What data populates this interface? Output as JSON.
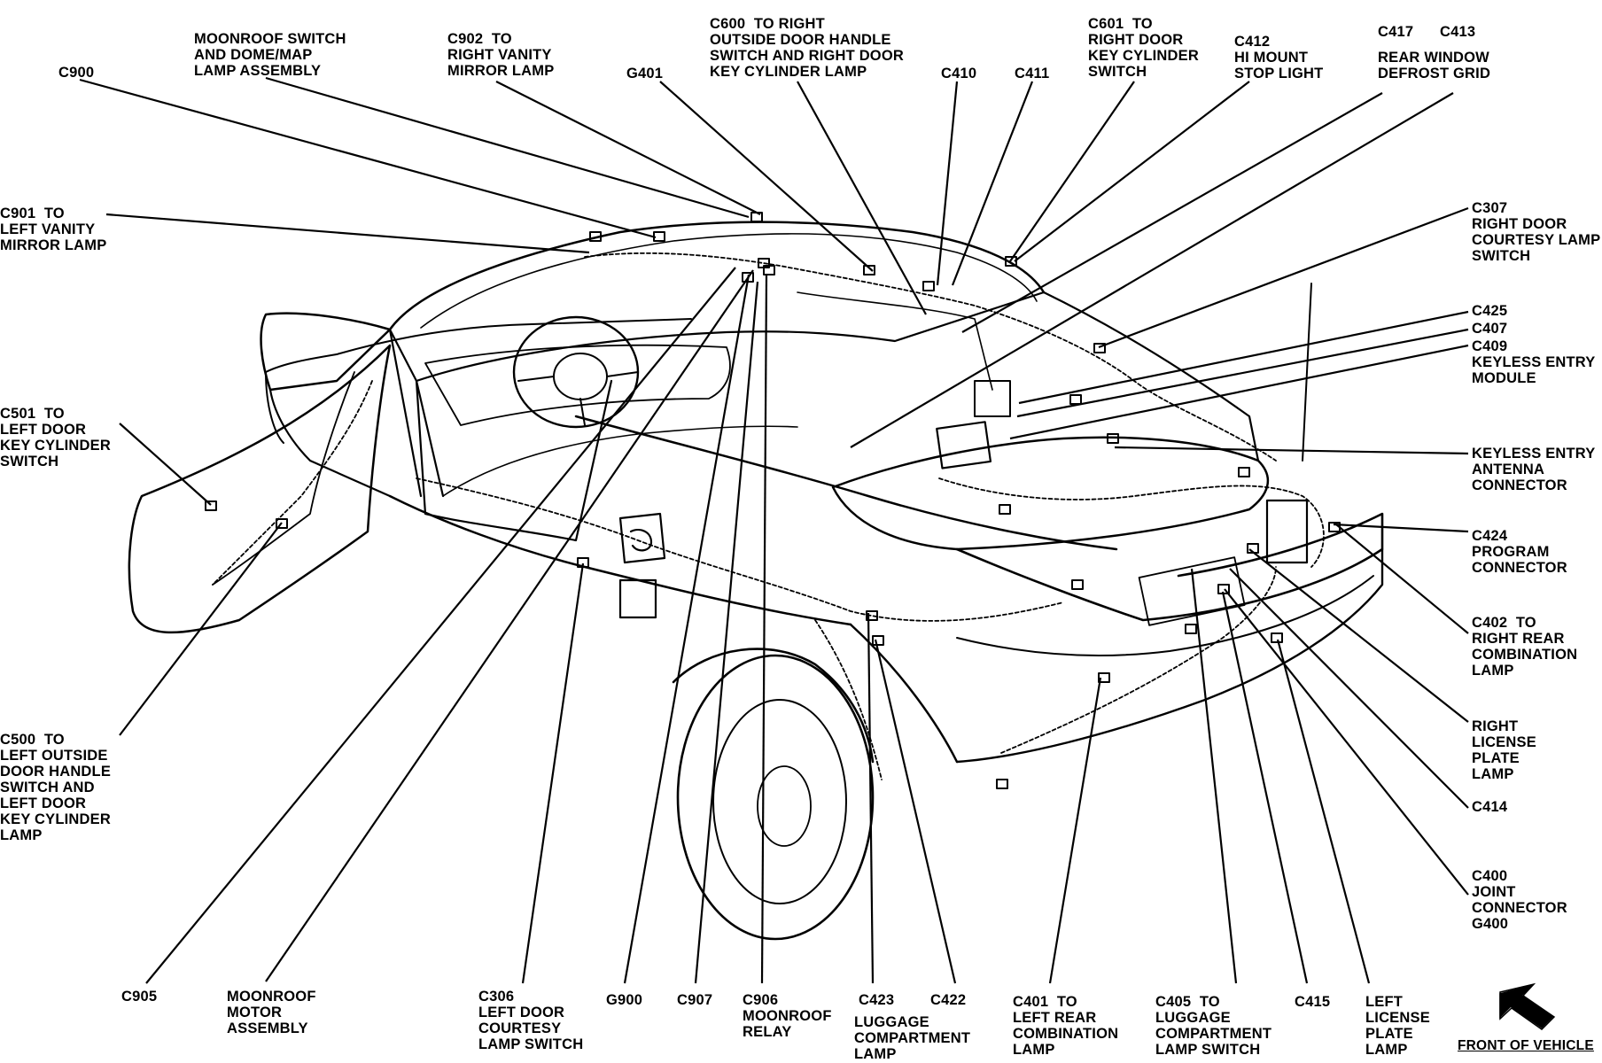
{
  "diagram": {
    "callouts": [
      {
        "id": "c900",
        "text": "C900"
      },
      {
        "id": "moonroof-switch",
        "text": "MOONROOF SWITCH\nAND DOME/MAP\nLAMP ASSEMBLY"
      },
      {
        "id": "c902",
        "text": "C902  TO\nRIGHT VANITY\nMIRROR LAMP"
      },
      {
        "id": "g401",
        "text": "G401"
      },
      {
        "id": "c600",
        "text": "C600  TO RIGHT\nOUTSIDE DOOR HANDLE\nSWITCH AND RIGHT DOOR\nKEY CYLINDER LAMP"
      },
      {
        "id": "c410",
        "text": "C410"
      },
      {
        "id": "c411",
        "text": "C411"
      },
      {
        "id": "c601",
        "text": "C601  TO\nRIGHT DOOR\nKEY CYLINDER\nSWITCH"
      },
      {
        "id": "c412",
        "text": "C412\nHI MOUNT\nSTOP LIGHT"
      },
      {
        "id": "c417",
        "text": "C417"
      },
      {
        "id": "c413",
        "text": "C413"
      },
      {
        "id": "rear-window",
        "text": "REAR WINDOW\nDEFROST GRID"
      },
      {
        "id": "c901",
        "text": "C901  TO\nLEFT VANITY\nMIRROR LAMP"
      },
      {
        "id": "c307",
        "text": "C307\nRIGHT DOOR\nCOURTESY LAMP\nSWITCH"
      },
      {
        "id": "c425",
        "text": "C425"
      },
      {
        "id": "c407",
        "text": "C407"
      },
      {
        "id": "c409",
        "text": "C409\nKEYLESS ENTRY\nMODULE"
      },
      {
        "id": "c501",
        "text": "C501  TO\nLEFT DOOR\nKEY CYLINDER\nSWITCH"
      },
      {
        "id": "keyless-antenna",
        "text": "KEYLESS ENTRY\nANTENNA\nCONNECTOR"
      },
      {
        "id": "c424",
        "text": "C424\nPROGRAM\nCONNECTOR"
      },
      {
        "id": "c402",
        "text": "C402  TO\nRIGHT REAR\nCOMBINATION\nLAMP"
      },
      {
        "id": "right-license",
        "text": "RIGHT\nLICENSE\nPLATE\nLAMP"
      },
      {
        "id": "c414",
        "text": "C414"
      },
      {
        "id": "c400",
        "text": "C400\nJOINT\nCONNECTOR\nG400"
      },
      {
        "id": "c500",
        "text": "C500  TO\nLEFT OUTSIDE\nDOOR HANDLE\nSWITCH AND\nLEFT DOOR\nKEY CYLINDER\nLAMP"
      },
      {
        "id": "c905",
        "text": "C905"
      },
      {
        "id": "moonroof-motor",
        "text": "MOONROOF\nMOTOR\nASSEMBLY"
      },
      {
        "id": "c306",
        "text": "C306\nLEFT DOOR\nCOURTESY\nLAMP SWITCH"
      },
      {
        "id": "g900",
        "text": "G900"
      },
      {
        "id": "c907",
        "text": "C907"
      },
      {
        "id": "c906",
        "text": "C906\nMOONROOF\nRELAY"
      },
      {
        "id": "c423",
        "text": "C423"
      },
      {
        "id": "c422",
        "text": "C422"
      },
      {
        "id": "luggage-lamp",
        "text": "LUGGAGE\nCOMPARTMENT\nLAMP"
      },
      {
        "id": "c401",
        "text": "C401  TO\nLEFT REAR\nCOMBINATION\nLAMP"
      },
      {
        "id": "c405",
        "text": "C405  TO\nLUGGAGE\nCOMPARTMENT\nLAMP SWITCH"
      },
      {
        "id": "c415",
        "text": "C415"
      },
      {
        "id": "left-license",
        "text": "LEFT\nLICENSE\nPLATE\nLAMP"
      },
      {
        "id": "front-of-vehicle",
        "text": "FRONT OF VEHICLE"
      }
    ]
  },
  "colors": {
    "ink": "#000000",
    "paper": "#ffffff"
  }
}
